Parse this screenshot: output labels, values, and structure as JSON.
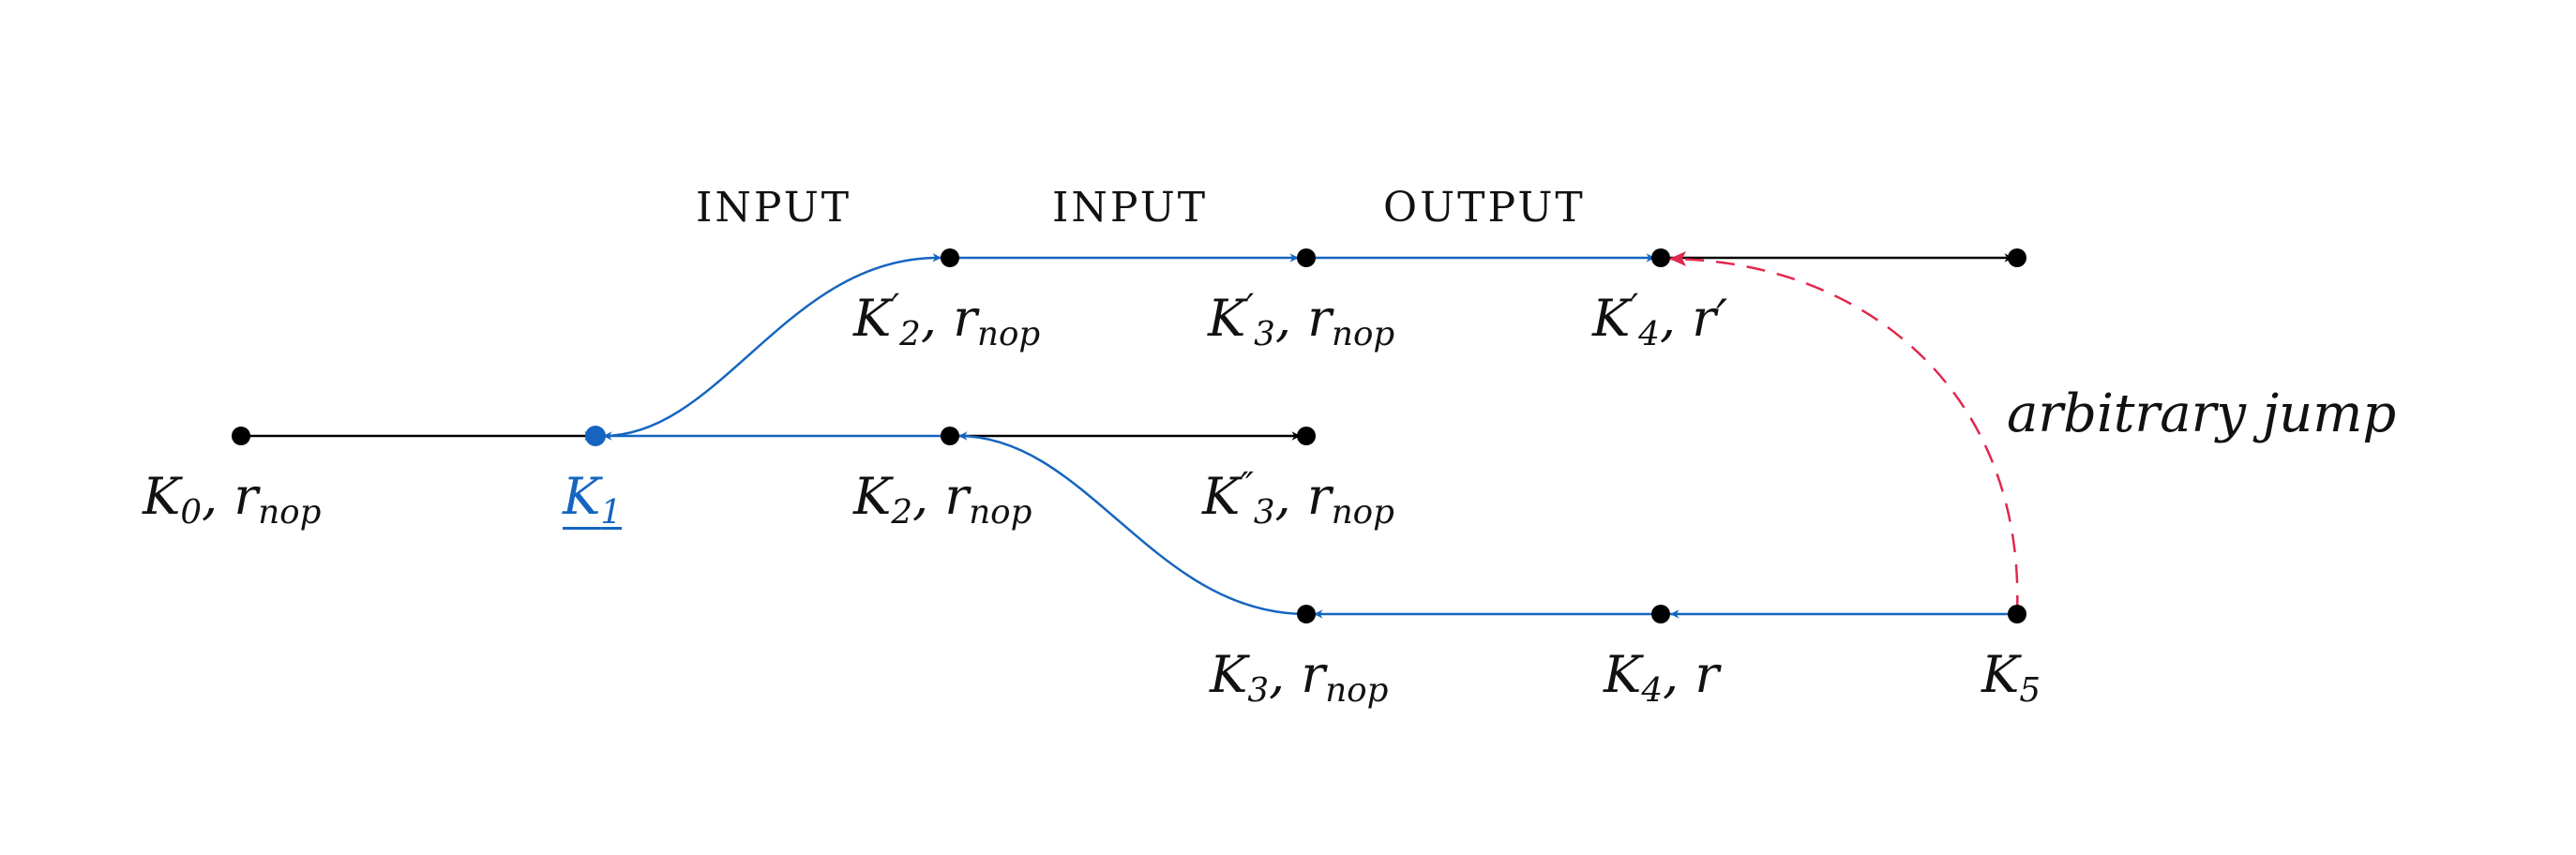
{
  "colors": {
    "black": "#000000",
    "blue": "#1565c0",
    "red": "#e0284e"
  },
  "edge_labels": {
    "e1": "INPUT",
    "e2": "INPUT",
    "e3": "OUTPUT"
  },
  "annotation": "arbitrary jump",
  "nodes": {
    "k0": {
      "name": "K",
      "sub": "0",
      "sep": ", ",
      "r": "r",
      "rsub": "nop"
    },
    "k1": {
      "name": "K",
      "sub": "1"
    },
    "k2": {
      "name": "K",
      "sub": "2",
      "sep": ", ",
      "r": "r",
      "rsub": "nop"
    },
    "k2p": {
      "name": "K",
      "prime": "′",
      "sub": "2",
      "sep": ", ",
      "r": "r",
      "rsub": "nop"
    },
    "k3p": {
      "name": "K",
      "prime": "′",
      "sub": "3",
      "sep": ", ",
      "r": "r",
      "rsub": "nop"
    },
    "k4p": {
      "name": "K",
      "prime": "′",
      "sub": "4",
      "sep": ", ",
      "r": "r′"
    },
    "k3pp": {
      "name": "K",
      "prime": "″",
      "sub": "3",
      "sep": ", ",
      "r": "r",
      "rsub": "nop"
    },
    "k3": {
      "name": "K",
      "sub": "3",
      "sep": ", ",
      "r": "r",
      "rsub": "nop"
    },
    "k4": {
      "name": "K",
      "sub": "4",
      "sep": ", ",
      "r": "r"
    },
    "k5": {
      "name": "K",
      "sub": "5"
    }
  }
}
